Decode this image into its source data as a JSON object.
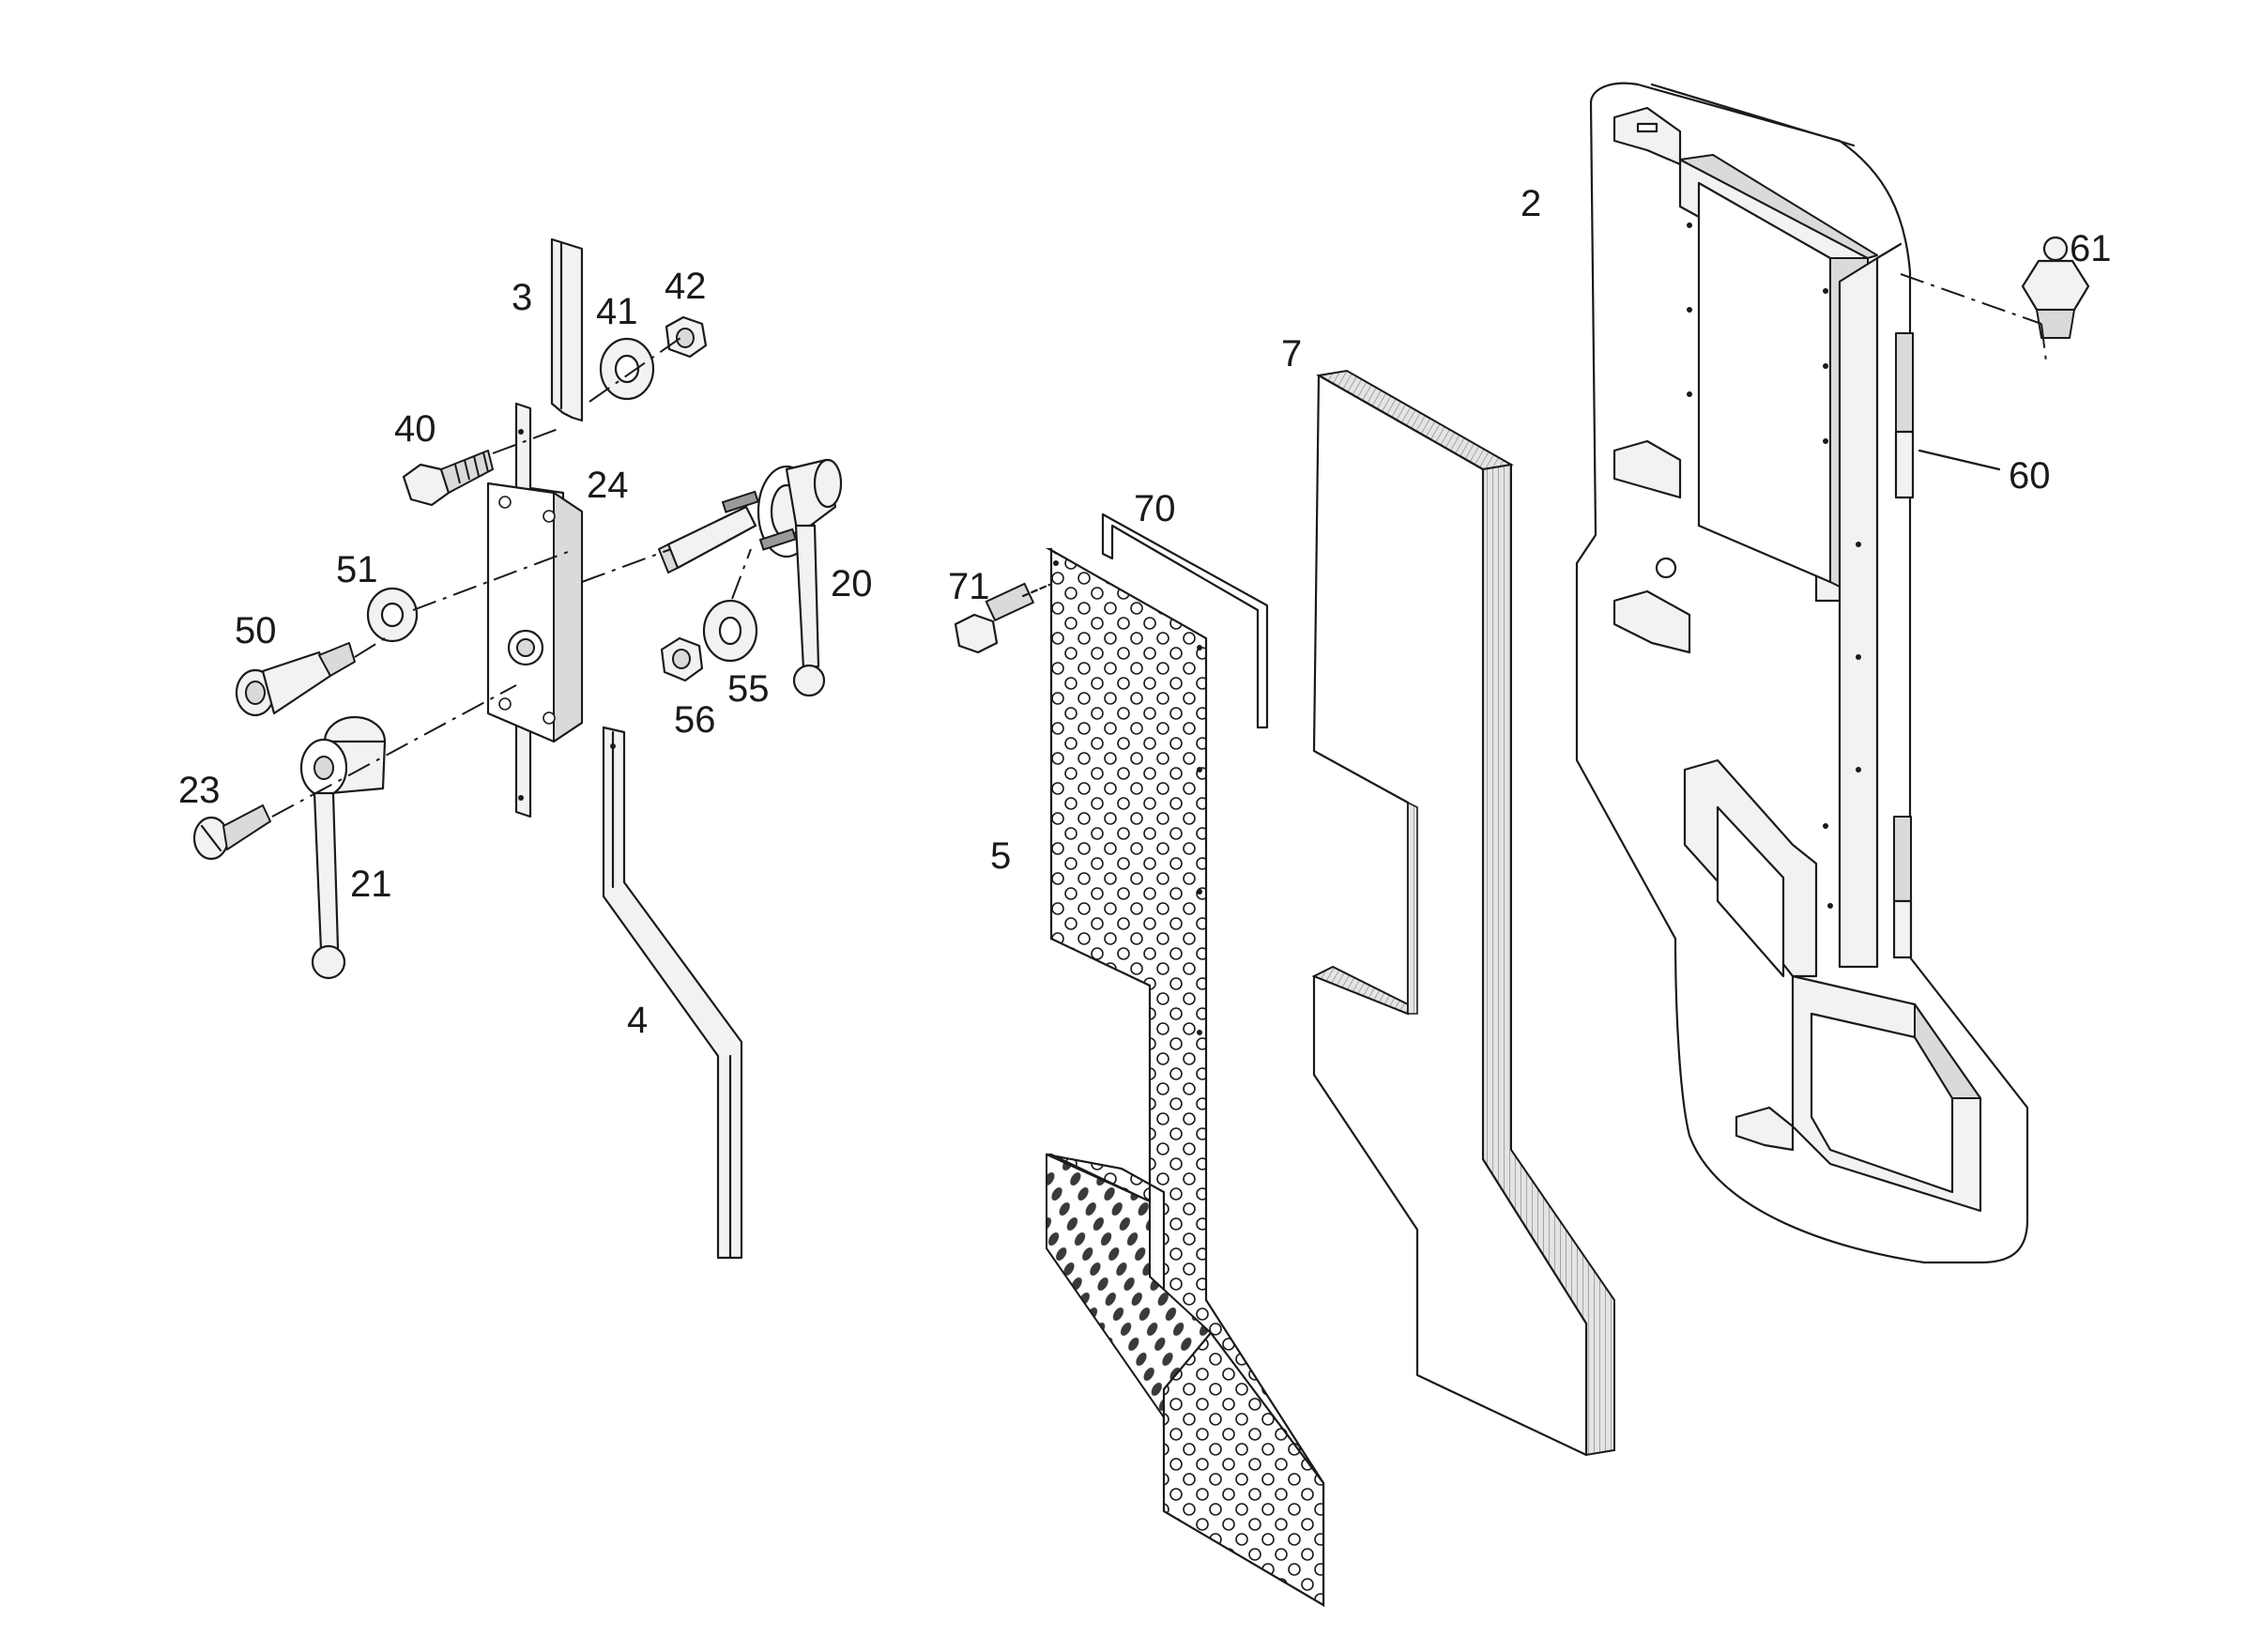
{
  "diagram": {
    "callouts": [
      {
        "id": "c2",
        "text": "2"
      },
      {
        "id": "c3",
        "text": "3"
      },
      {
        "id": "c4",
        "text": "4"
      },
      {
        "id": "c5",
        "text": "5"
      },
      {
        "id": "c7",
        "text": "7"
      },
      {
        "id": "c20",
        "text": "20"
      },
      {
        "id": "c21",
        "text": "21"
      },
      {
        "id": "c23",
        "text": "23"
      },
      {
        "id": "c24",
        "text": "24"
      },
      {
        "id": "c40",
        "text": "40"
      },
      {
        "id": "c41",
        "text": "41"
      },
      {
        "id": "c42",
        "text": "42"
      },
      {
        "id": "c50",
        "text": "50"
      },
      {
        "id": "c51",
        "text": "51"
      },
      {
        "id": "c55",
        "text": "55"
      },
      {
        "id": "c56",
        "text": "56"
      },
      {
        "id": "c60",
        "text": "60"
      },
      {
        "id": "c61",
        "text": "61"
      },
      {
        "id": "c70",
        "text": "70"
      },
      {
        "id": "c71",
        "text": "71"
      }
    ]
  }
}
